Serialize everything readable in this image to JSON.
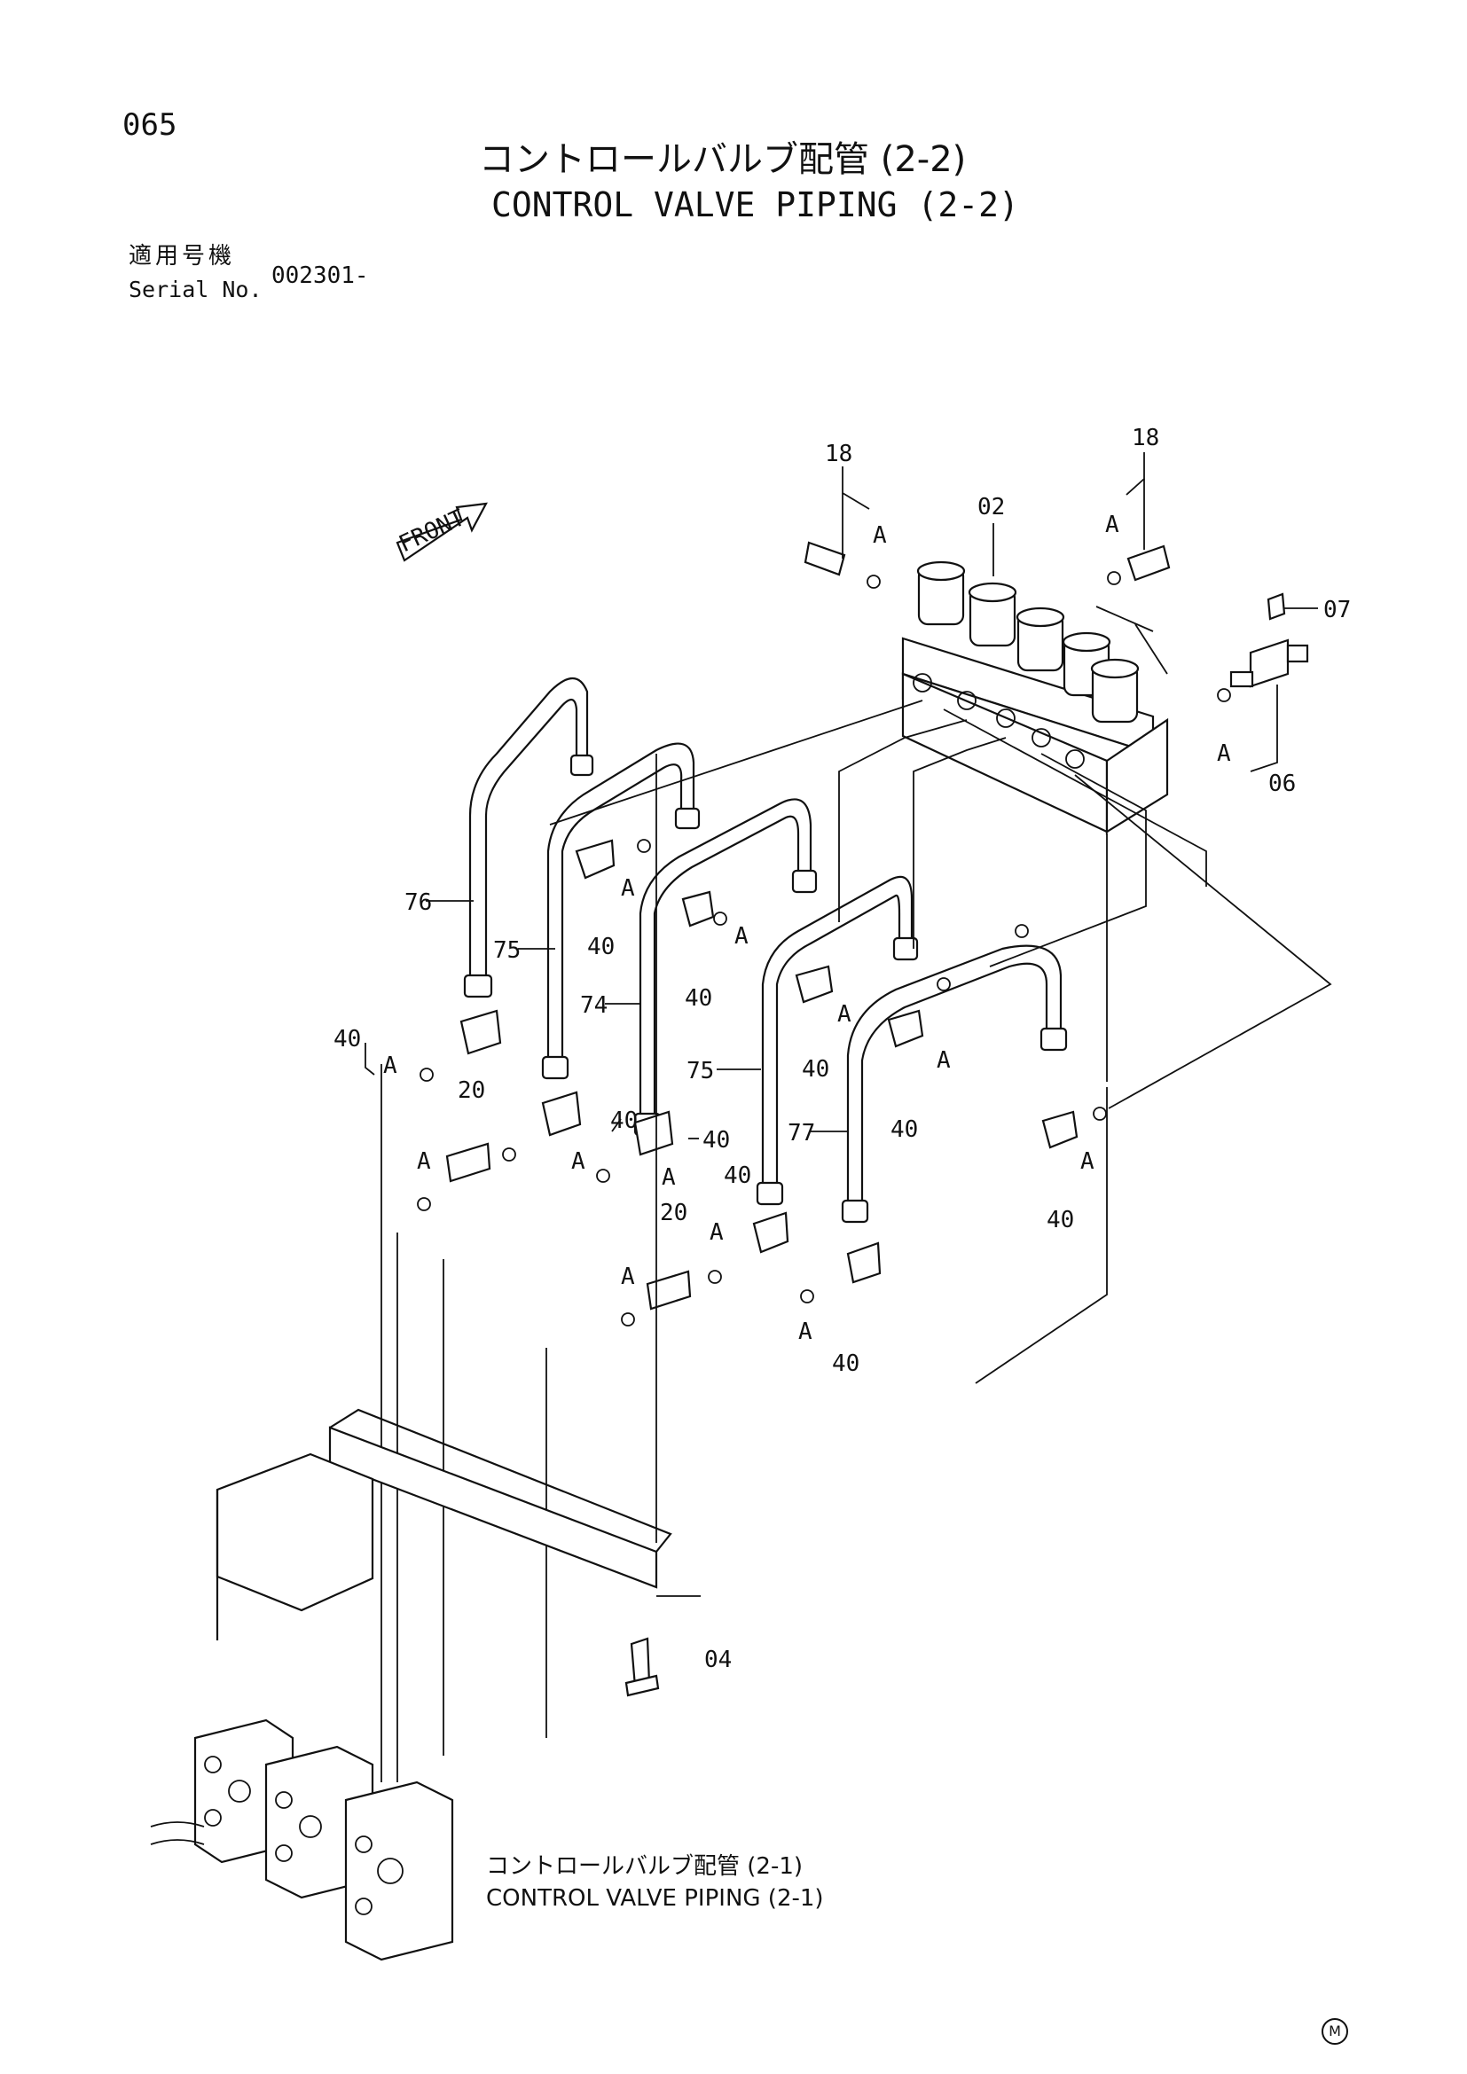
{
  "page_number": "065",
  "title": {
    "ja": "コントロールバルブ配管 (2-2)",
    "en": "CONTROL VALVE PIPING (2-2)"
  },
  "serial": {
    "label_ja": "適用号機",
    "label_en": "Serial No.",
    "value": "002301-"
  },
  "front_label": "FRONT",
  "callouts": {
    "c18a": "18",
    "c18b": "18",
    "c02": "02",
    "c07": "07",
    "c06": "06",
    "c76": "76",
    "c75a": "75",
    "c74": "74",
    "c75b": "75",
    "c77": "77",
    "c40_1": "40",
    "c40_2": "40",
    "c40_3": "40",
    "c40_4": "40",
    "c40_5": "40",
    "c40_6": "40",
    "c40_7": "40",
    "c40_8": "40",
    "c40_9": "40",
    "c40_10": "40",
    "c20a": "20",
    "c20b": "20",
    "c04": "04"
  },
  "letter_a": "A",
  "reference": {
    "ja": "コントロールバルブ配管 (2-1)",
    "en": "CONTROL VALVE PIPING (2-1)"
  },
  "mark": "M"
}
